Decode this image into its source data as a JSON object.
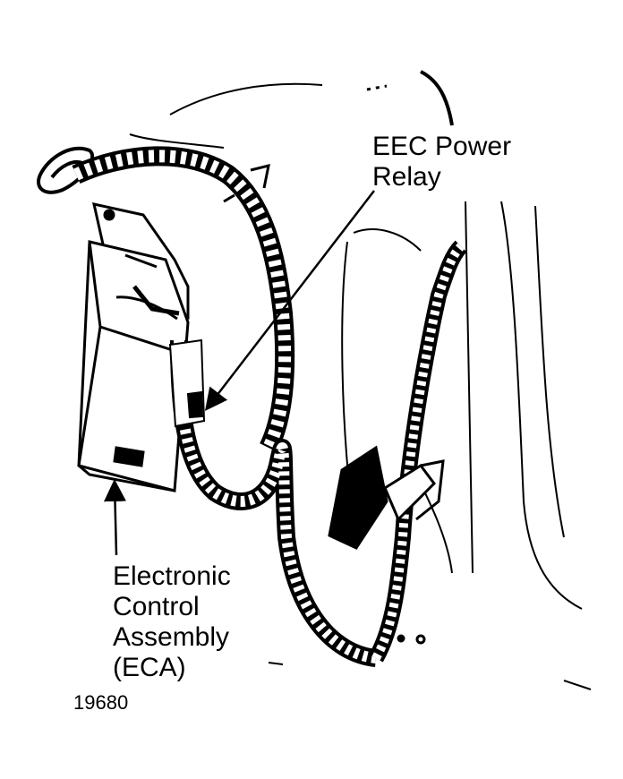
{
  "labels": {
    "relay_line1": "EEC Power",
    "relay_line2": "Relay",
    "eca_line1": "Electronic",
    "eca_line2": "Control",
    "eca_line3": "Assembly",
    "eca_line4": "(ECA)"
  },
  "figure_number": "19680",
  "colors": {
    "ink": "#000000",
    "paper": "#ffffff"
  }
}
